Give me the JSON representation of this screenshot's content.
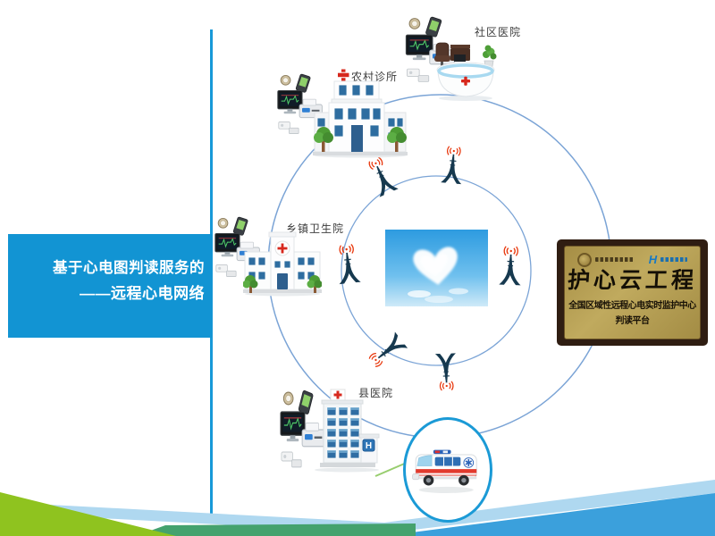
{
  "slide": {
    "title_line1": "基于心电图判读服务的",
    "title_line2": "——远程心电网络"
  },
  "network": {
    "nodes": [
      {
        "id": "community-hospital",
        "label": "社区医院"
      },
      {
        "id": "rural-clinic",
        "label": "农村诊所"
      },
      {
        "id": "township-health-center",
        "label": "乡镇卫生院"
      },
      {
        "id": "county-hospital",
        "label": "县医院"
      }
    ],
    "county_sign": "H"
  },
  "plaque": {
    "title": "护心云工程",
    "subtitle1": "全国区域性远程心电实时监护中心",
    "subtitle2": "判读平台"
  },
  "icons": {
    "tower": "signal-tower-icon",
    "monitor": "ecg-monitor-icon",
    "printer": "printer-icon",
    "handheld": "handheld-ecg-icon",
    "watch": "wearable-monitor-icon",
    "ambulance": "ambulance-icon",
    "center_image": "heart-cloud-image",
    "desk": "reception-desk-icon",
    "building": "hospital-building-icon"
  },
  "colors": {
    "sidebar_blue": "#1294D3",
    "divider_blue": "#1899D8",
    "circle_stroke": "#7BA4D6",
    "tower_navy": "#16394F",
    "signal_red": "#E8380D",
    "cross_red": "#D7281D",
    "plaque_frame": "#2F1D12",
    "plaque_face": "#B29B52",
    "stripe_green": "#8FC31F",
    "stripe_teal": "#44A26E",
    "stripe_light_blue": "#AFD8F0",
    "stripe_mid_blue": "#3BA0DC"
  }
}
